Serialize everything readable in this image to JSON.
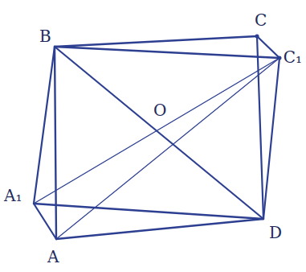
{
  "diagram": {
    "labels": [
      "B",
      "C",
      "C₁",
      "O",
      "A₁",
      "A",
      "D"
    ]
  }
}
